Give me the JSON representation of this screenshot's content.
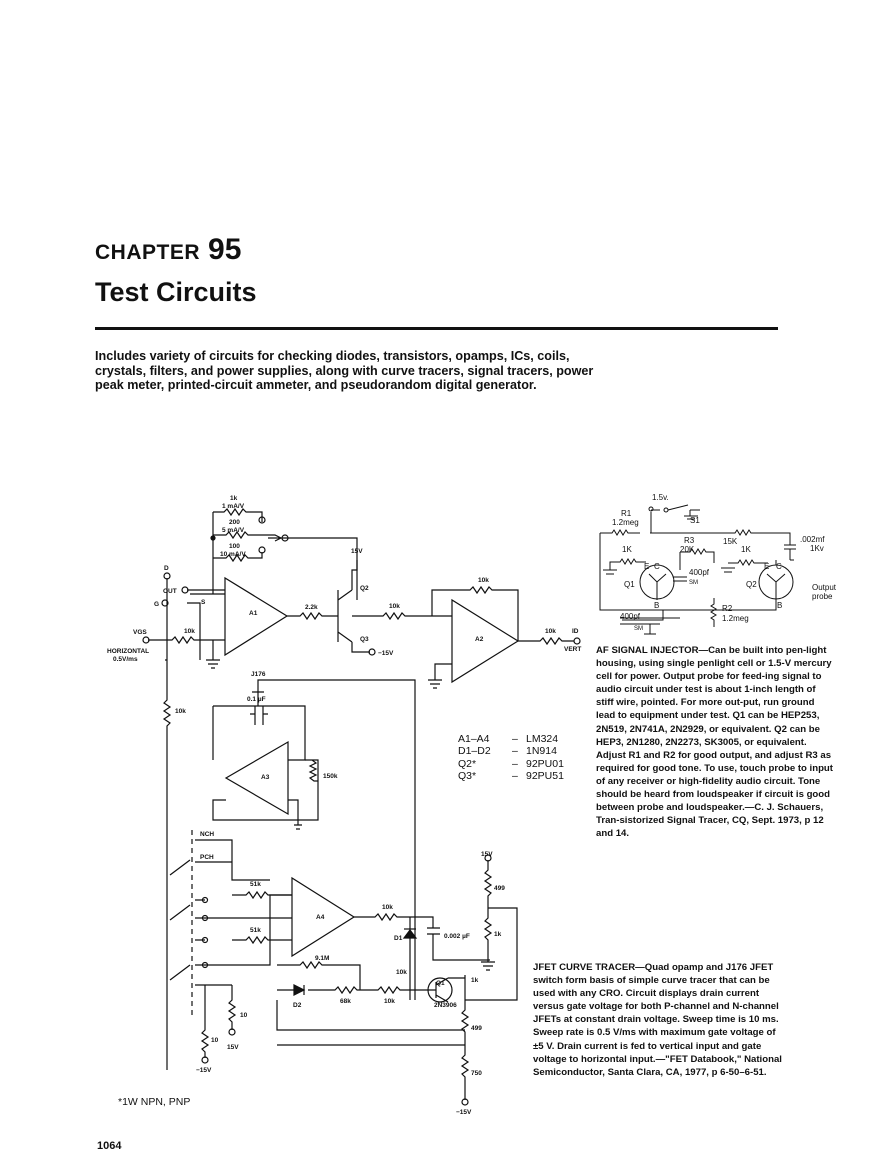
{
  "chapter": {
    "label": "CHAPTER",
    "number": "95",
    "title": "Test Circuits"
  },
  "intro": "Includes variety of circuits for checking diodes, transistors, opamps, ICs, coils, crystals, filters, and power supplies, along with curve tracers, signal tracers, power peak meter, printed-circuit ammeter, and pseudorandom digital generator.",
  "jfet_circuit": {
    "labels": {
      "r1k": "1k",
      "r1k_range": "1 mA/V",
      "r200": "200",
      "r200_range": "5 mA/V",
      "r100": "100",
      "r100_range": "10 mA/V",
      "d": "D",
      "out": "OUT",
      "g": "G",
      "s": "S",
      "vgs": "VGS",
      "horizontal": "HORIZONTAL",
      "horiz_scale": "0.5V/ms",
      "r10k_in": "10k",
      "a1": "A1",
      "r2k2": "2.2k",
      "v15a": "15V",
      "q2": "Q2",
      "q3": "Q3",
      "vm15a": "−15V",
      "r10k_mid": "10k",
      "r10k_fb": "10k",
      "a2": "A2",
      "r10k_out": "10k",
      "id": "ID",
      "vert": "VERT",
      "j176": "J176",
      "r10k_side": "10k",
      "c01": "0.1 µF",
      "a3": "A3",
      "r150k": "150k",
      "nch": "NCH",
      "pch": "PCH",
      "r51k_a": "51k",
      "r51k_b": "51k",
      "a4": "A4",
      "r10k_a4": "10k",
      "d1": "D1",
      "c0002": "0.002 µF",
      "v15b": "15V",
      "r499a": "499",
      "r1k_pot": "1k",
      "r91m": "9.1M",
      "d2": "D2",
      "r68k": "68k",
      "r10k_b1": "10k",
      "r10k_b2": "10k",
      "q1": "Q1",
      "q1_type": "2N3906",
      "r1k_e": "1k",
      "r499b": "499",
      "r750": "750",
      "vm15b": "−15V",
      "r10_a": "10",
      "r10_b": "10",
      "v15c": "15V",
      "vm15c": "−15V"
    }
  },
  "parts_list": [
    {
      "ref": "A1–A4",
      "dash": "–",
      "part": "LM324"
    },
    {
      "ref": "D1–D2",
      "dash": "–",
      "part": "1N914"
    },
    {
      "ref": "Q2*",
      "dash": "–",
      "part": "92PU01"
    },
    {
      "ref": "Q3*",
      "dash": "–",
      "part": "92PU51"
    }
  ],
  "footnote": "*1W NPN, PNP",
  "af_circuit": {
    "labels": {
      "r1": "R1",
      "r1_val": "1.2meg",
      "v15": "1.5v.",
      "s1": "S1",
      "r3": "R3",
      "r3_val": "20K",
      "r15k": "15K",
      "r1k_a": "1K",
      "r1k_b": "1K",
      "c002": ".002mf",
      "c002_v": "1Kv",
      "c400a": "400pf",
      "sm_a": "SM",
      "q1": "Q1",
      "q2": "Q2",
      "e1": "E",
      "c1": "C",
      "e2": "E",
      "c2": "C",
      "b1": "B",
      "b2": "B",
      "output": "Output",
      "probe": "probe",
      "c400b": "400pf",
      "sm_b": "SM",
      "r2": "R2",
      "r2_val": "1.2meg"
    }
  },
  "af_caption": {
    "heading": "AF SIGNAL INJECTOR—",
    "body": "Can be built into pen-light housing, using single penlight cell or 1.5-V mercury cell for power. Output probe for feed-ing signal to audio circuit under test is about 1-inch length of stiff wire, pointed. For more out-put, run ground lead to equipment under test. Q1 can be HEP253, 2N519, 2N741A, 2N2929, or equivalent. Q2 can be HEP3, 2N1280, 2N2273, SK3005, or equivalent. Adjust R1 and R2 for good output, and adjust R3 as required for good tone. To use, touch probe to input of any receiver or high-fidelity audio circuit. Tone should be heard from loudspeaker if circuit is good between probe and loudspeaker.—C. J. Schauers, Tran-sistorized Signal Tracer, CQ, Sept. 1973, p 12 and 14."
  },
  "jfet_caption": {
    "heading": "JFET CURVE TRACER—",
    "body": "Quad opamp and J176 JFET switch form basis of simple curve tracer that can be used with any CRO. Circuit displays drain current versus gate voltage for both P-channel and N-channel JFETs at constant drain voltage. Sweep time is 10 ms. Sweep rate is 0.5 V/ms with maximum gate voltage of ±5 V. Drain current is fed to vertical input and gate voltage to horizontal input.—\"FET Databook,\" National Semiconductor, Santa Clara, CA, 1977, p 6-50–6-51."
  },
  "page_number": "1064"
}
